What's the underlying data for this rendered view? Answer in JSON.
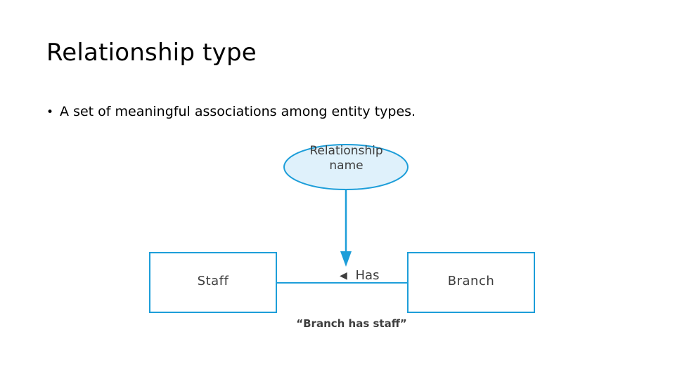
{
  "slide": {
    "title": "Relationship type",
    "bullet_marker": "•",
    "bullet_text": "A set of meaningful associations among entity types."
  },
  "diagram": {
    "relationship_ellipse": {
      "line1": "Relationship",
      "line2": "name"
    },
    "entity_left": "Staff",
    "entity_right": "Branch",
    "relationship_label": "Has",
    "direction_marker": "◀",
    "caption": "“Branch has staff”",
    "colors": {
      "stroke": "#1d9ed9",
      "ellipse_fill": "#dff1fb",
      "text": "#3e3e3e"
    }
  }
}
